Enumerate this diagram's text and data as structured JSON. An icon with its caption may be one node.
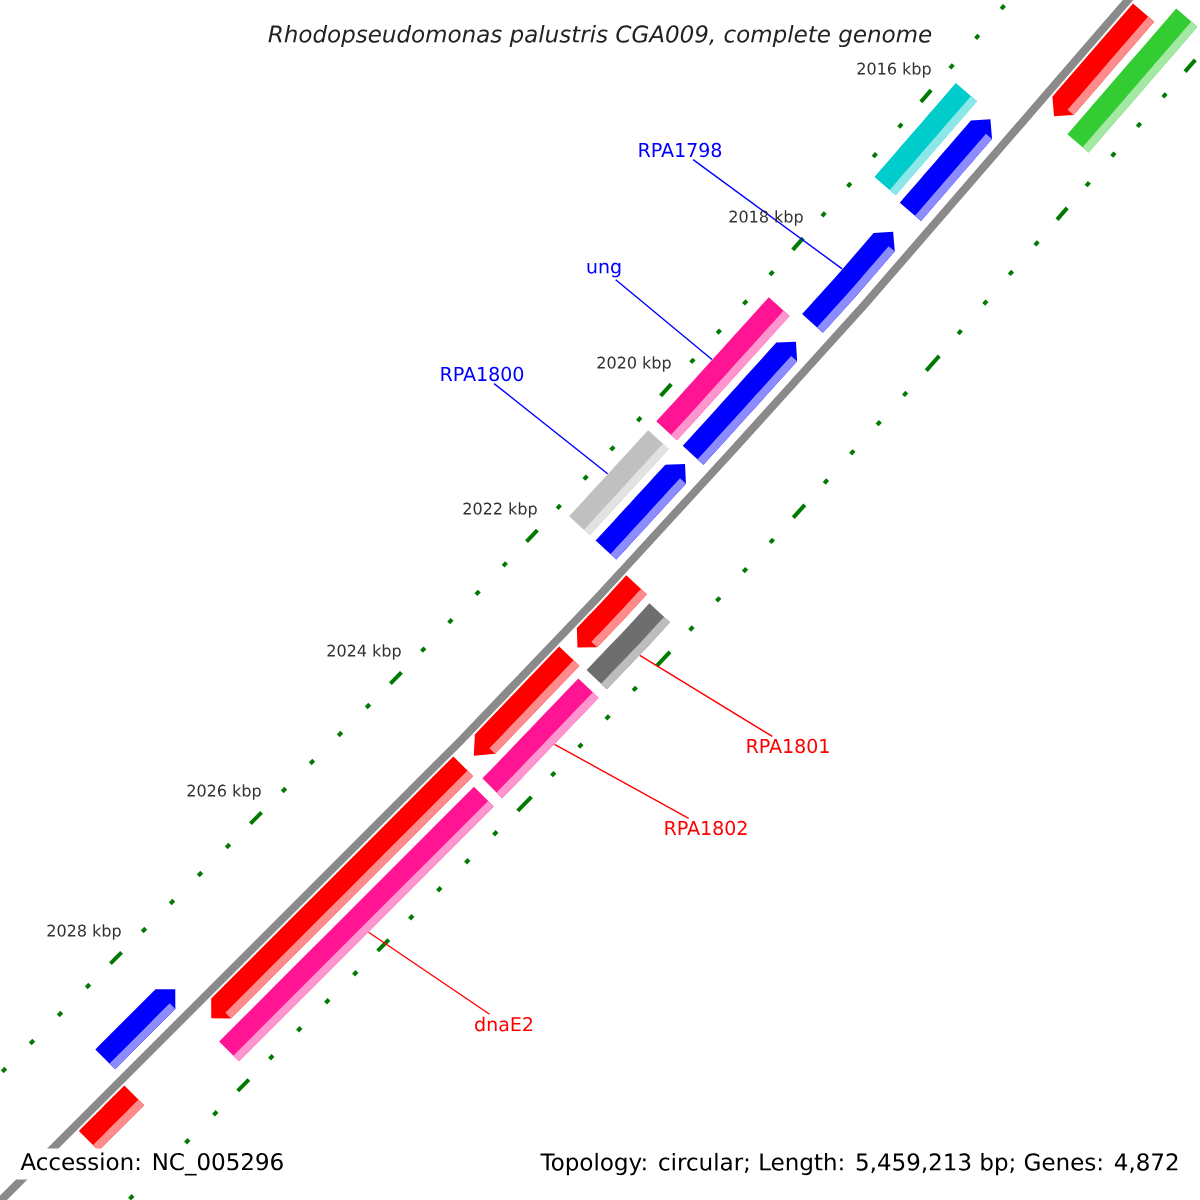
{
  "diagram": {
    "title": "Rhodopseudomonas palustris CGA009, complete genome",
    "nodes": [
      {
        "text": [
          "RPA1798"
        ]
      },
      {
        "text": [],
        "shape": "arrow"
      },
      {
        "text": [
          "ung"
        ]
      },
      {
        "text": [],
        "shape": "bar"
      },
      {
        "text": [
          "RPA1800"
        ]
      },
      {
        "text": [],
        "shape": "bar"
      },
      {
        "text": [
          "RPA1801"
        ]
      },
      {
        "text": [],
        "shape": "bar"
      },
      {
        "text": [
          "RPA1802"
        ]
      },
      {
        "text": [],
        "shape": "bar"
      },
      {
        "text": [
          "dnaE2"
        ]
      },
      {
        "text": [],
        "shape": "bar"
      },
      {
        "text": [],
        "shape": "arrow"
      },
      {
        "text": [],
        "shape": "bar"
      },
      {
        "text": [],
        "shape": "bar"
      },
      {
        "text": [],
        "shape": "arrow"
      },
      {
        "text": [],
        "shape": "arrow"
      },
      {
        "text": [],
        "shape": "arrow"
      },
      {
        "text": [],
        "shape": "arrow"
      },
      {
        "text": [],
        "shape": "arrow"
      },
      {
        "text": [],
        "shape": "arrow"
      },
      {
        "text": [],
        "shape": "arrow"
      },
      {
        "text": [],
        "shape": "bar"
      }
    ],
    "edges": [
      {
        "from": 0,
        "to": 1,
        "arrow": "none",
        "color": "#0000ff"
      },
      {
        "from": 2,
        "to": 3,
        "arrow": "none",
        "color": "#0000ff"
      },
      {
        "from": 4,
        "to": 5,
        "arrow": "none",
        "color": "#0000ff"
      },
      {
        "from": 6,
        "to": 7,
        "arrow": "none",
        "color": "#ff0000"
      },
      {
        "from": 8,
        "to": 9,
        "arrow": "none",
        "color": "#ff0000"
      },
      {
        "from": 10,
        "to": 11,
        "arrow": "none",
        "color": "#ff0000"
      }
    ],
    "labels": [
      "2016 kbp",
      "2018 kbp",
      "2020 kbp",
      "2022 kbp",
      "2024 kbp",
      "2026 kbp",
      "2028 kbp",
      "Accession: NC_005296",
      "Topology: circular; Length: 5,459,213 bp; Genes: 4,872"
    ]
  }
}
